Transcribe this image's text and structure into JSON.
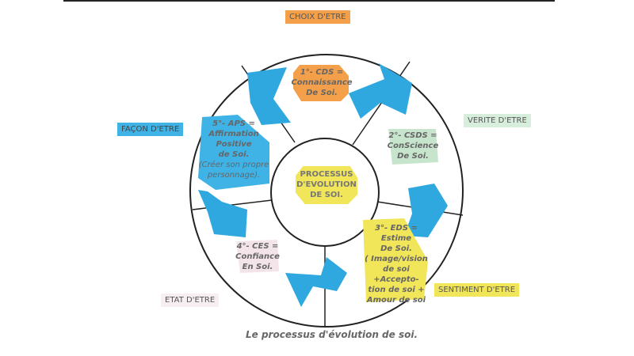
{
  "title": "Le processus d'évolution de soi.",
  "center": {
    "lines": [
      "PROCESSUS",
      "D'EVOLUTION",
      "DE SOI."
    ]
  },
  "outer_labels": {
    "top": "CHOIX D'ETRE",
    "right_top": "VERITE D'ETRE",
    "right_bottom": "SENTIMENT D'ETRE",
    "left_bottom": "ETAT D'ETRE",
    "left_top": "FAÇON D'ETRE"
  },
  "steps": [
    {
      "lines": [
        "1°- CDS =",
        "Connaissance",
        "De Soi."
      ],
      "color": "#f4a04a"
    },
    {
      "lines": [
        "2°- CSDS =",
        "ConScience",
        "De Soi."
      ],
      "color": "#b9dfc0"
    },
    {
      "lines": [
        "3°- EDS =",
        "Estime",
        "De Soi.",
        "( Image/vision",
        "de soi +Accepto-",
        "tion de soi +",
        "Amour de soi"
      ],
      "color": "#f1e55a"
    },
    {
      "lines": [
        "4°- CES =",
        "Confiance",
        "En Soi."
      ],
      "color": "#f3e4ea"
    },
    {
      "lines": [
        "5°- APS =",
        "Affirmation",
        "Positive",
        "de Soi.",
        "(Créer son propre",
        "personnage)."
      ],
      "color": "#3fb3e6"
    }
  ],
  "colors": {
    "arrow": "#2fa8e0",
    "orange": "#f4a04a",
    "yellow": "#f1e55a",
    "green": "#b9dfc0",
    "pink": "#f3e4ea",
    "blue": "#3fb3e6"
  }
}
